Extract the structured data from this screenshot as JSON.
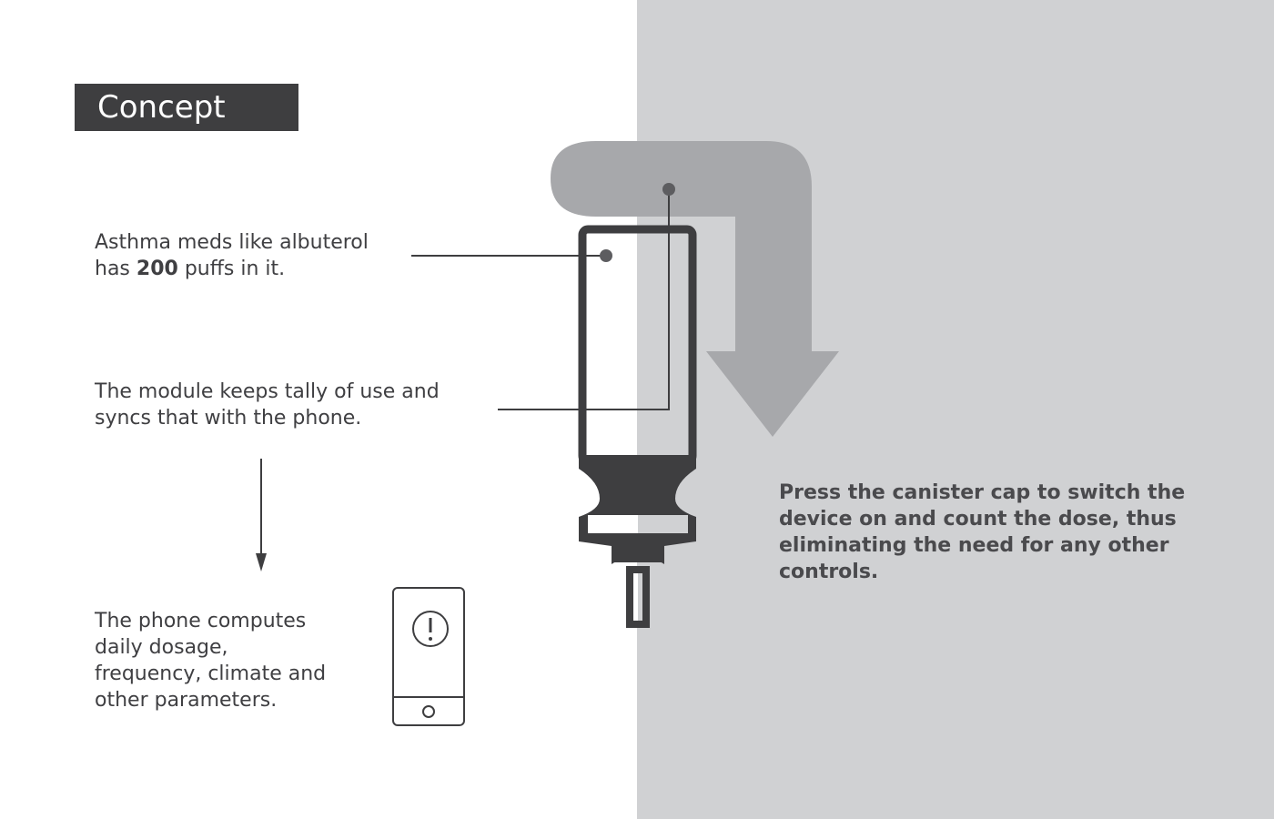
{
  "title": "Concept",
  "notes": {
    "puffs": {
      "line1": "Asthma meds like albuterol",
      "line2_prefix": "has ",
      "line2_bold": "200",
      "line2_suffix": " puffs in it."
    },
    "module": {
      "line1": "The module keeps tally of use and",
      "line2": "syncs that with the phone."
    },
    "phone": {
      "line1": "The phone computes",
      "line2": "daily dosage,",
      "line3": "frequency, climate and",
      "line4": "other parameters."
    },
    "press": {
      "line1": "Press the canister cap to switch the",
      "line2": "device on and count the dose, thus",
      "line3": "eliminating the need for any other",
      "line4": "controls."
    }
  },
  "icons": [
    "inhaler-icon",
    "press-arrow-icon",
    "phone-alert-icon",
    "down-arrow-icon"
  ],
  "colors": {
    "panel": "#d0d1d3",
    "dark": "#3e3e40",
    "arrow": "#a7a8ab",
    "text": "#3f3f42"
  }
}
